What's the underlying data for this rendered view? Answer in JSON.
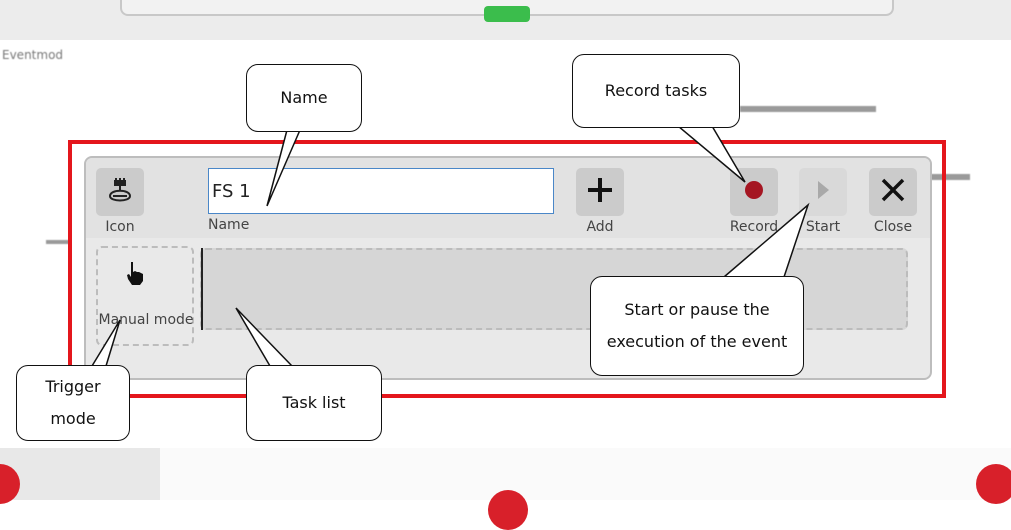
{
  "background": {
    "label": "Eventmod"
  },
  "toolbar": {
    "icon_label": "Icon",
    "name_value": "FS 1",
    "name_label": "Name",
    "add_label": "Add",
    "record_label": "Record",
    "start_label": "Start",
    "close_label": "Close"
  },
  "trigger": {
    "mode_label": "Manual mode"
  },
  "callouts": {
    "name": "Name",
    "record_tasks": "Record tasks",
    "start_pause": "Start or pause the execution of the event",
    "trigger_mode": "Trigger mode",
    "task_list": "Task list"
  },
  "colors": {
    "highlight": "#e4161c",
    "record": "#a51622",
    "accent_input": "#4a87c8"
  }
}
